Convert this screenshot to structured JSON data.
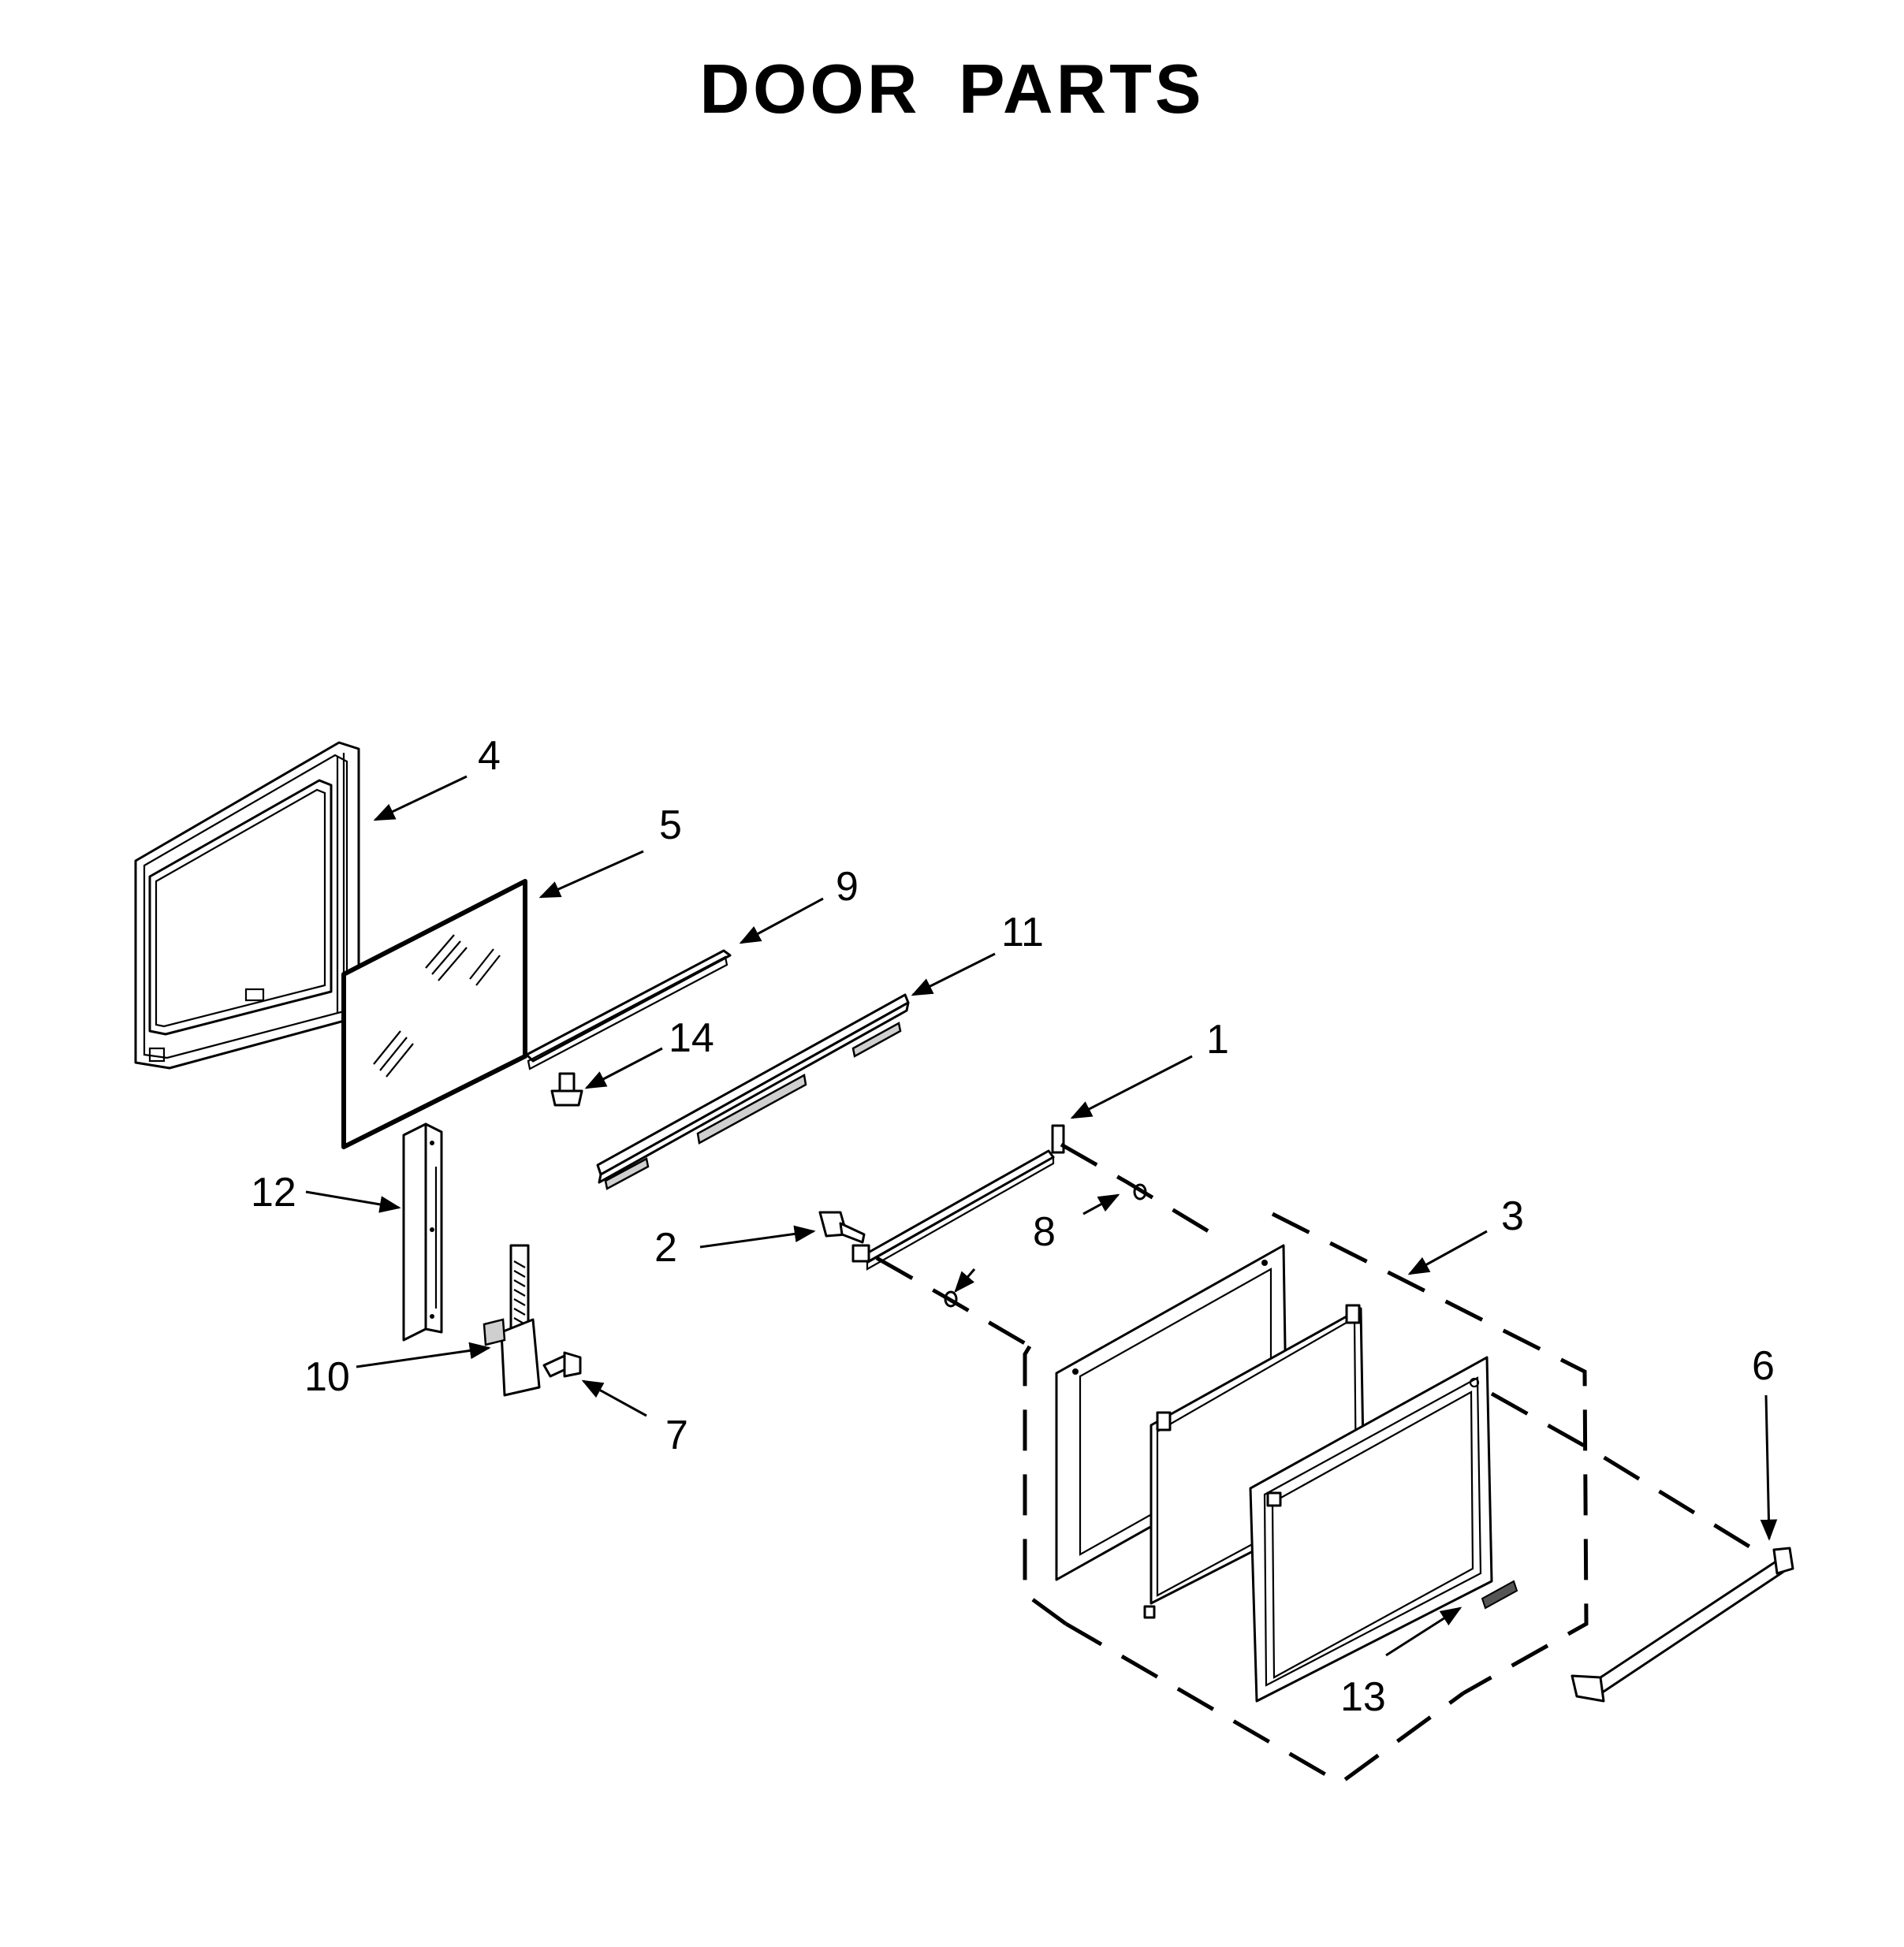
{
  "title": "DOOR PARTS",
  "callouts": {
    "c1": "1",
    "c2": "2",
    "c3": "3",
    "c4": "4",
    "c5": "5",
    "c6": "6",
    "c7": "7",
    "c8": "8",
    "c9": "9",
    "c10": "10",
    "c11": "11",
    "c12": "12",
    "c13": "13",
    "c14": "14"
  }
}
